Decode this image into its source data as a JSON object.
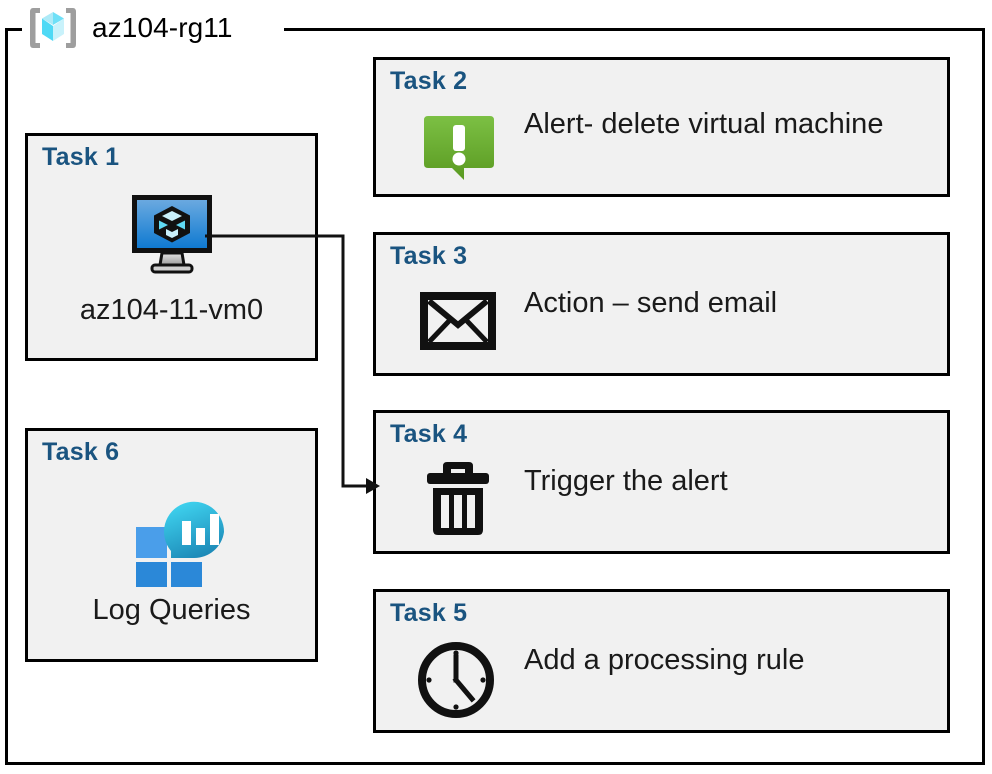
{
  "resource_group": {
    "name": "az104-rg11",
    "icon": "resource-group-cube-icon"
  },
  "colors": {
    "task_heading": "#1a5480",
    "card_background": "#f1f1f1",
    "card_border": "#000000",
    "alert_green_light": "#7ac143",
    "alert_green_dark": "#5a9a21",
    "vm_blue_light": "#5b9bd5",
    "vm_blue_dark": "#0f7ad1",
    "log_square_light": "#4a9eea",
    "log_square_dark": "#2b88d8",
    "log_circle_top": "#36cdec",
    "log_circle_bottom": "#1b86b5",
    "rg_cube_light": "#aeeaf7",
    "rg_cube_mid": "#4fd9f5",
    "rg_bracket": "#9e9e9e"
  },
  "tasks": [
    {
      "id": "task-1",
      "title": "Task 1",
      "label": "az104-11-vm0",
      "icon": "virtual-machine-icon",
      "column": "left"
    },
    {
      "id": "task-2",
      "title": "Task 2",
      "label": "Alert- delete virtual machine",
      "icon": "alert-exclamation-icon",
      "column": "right"
    },
    {
      "id": "task-3",
      "title": "Task 3",
      "label": "Action – send email",
      "icon": "email-envelope-icon",
      "column": "right"
    },
    {
      "id": "task-4",
      "title": "Task 4",
      "label": "Trigger the alert",
      "icon": "trash-delete-icon",
      "column": "right"
    },
    {
      "id": "task-5",
      "title": "Task 5",
      "label": "Add a processing rule",
      "icon": "clock-icon",
      "column": "right"
    },
    {
      "id": "task-6",
      "title": "Task 6",
      "label": "Log Queries",
      "icon": "log-analytics-icon",
      "column": "left"
    }
  ],
  "connector": {
    "from": "task-1",
    "to": "task-4",
    "arrow": "arrowhead-right"
  }
}
